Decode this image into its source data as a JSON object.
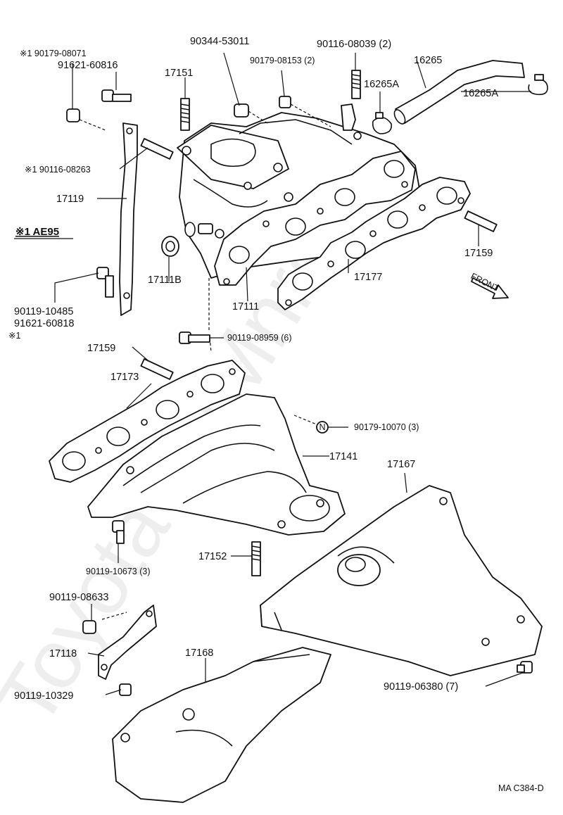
{
  "watermark": "ToyotaCarMnre.ru",
  "diagram_code": "MA  C384-D",
  "note_marker": "※1",
  "note_label": "※1 AE95",
  "labels": {
    "p90344_53011": "90344-53011",
    "p90116_08039": "90116-08039 (2)",
    "p90179_08153": "90179-08153 (2)",
    "p16265": "16265",
    "p16265A_1": "16265A",
    "p16265A_2": "16265A",
    "p90179_08071": "※1 90179-08071",
    "p91621_60816": "91621-60816",
    "p17151": "17151",
    "p90116_08263": "※1 90116-08263",
    "p17119": "17119",
    "p17111B": "17111B",
    "p17111": "17111",
    "p17177": "17177",
    "p17159_a": "17159",
    "p17159_b": "17159",
    "p90119_10485": "90119-10485",
    "p91621_60818": "91621-60818",
    "p90119_08959": "90119-08959 (6)",
    "p17173": "17173",
    "p90179_10070": "90179-10070 (3)",
    "p17141": "17141",
    "p17167": "17167",
    "p90119_10673": "90119-10673 (3)",
    "p17152": "17152",
    "p90119_08633": "90119-08633",
    "p17118": "17118",
    "p17168": "17168",
    "p90119_10329": "90119-10329",
    "p90119_06380": "90119-06380 (7)",
    "front": "FRONT",
    "nut_symbol": "N"
  }
}
